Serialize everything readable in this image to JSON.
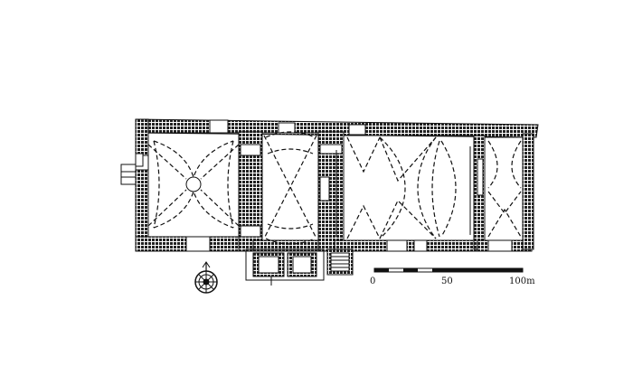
{
  "scale_bar": {
    "ticks": [
      "0",
      "50",
      "100m"
    ]
  },
  "colors": {
    "ink": "#1a1a1a",
    "wall_fill": "#2a2a2a",
    "paper": "#ffffff"
  },
  "icons": [
    "north-arrow-icon"
  ]
}
